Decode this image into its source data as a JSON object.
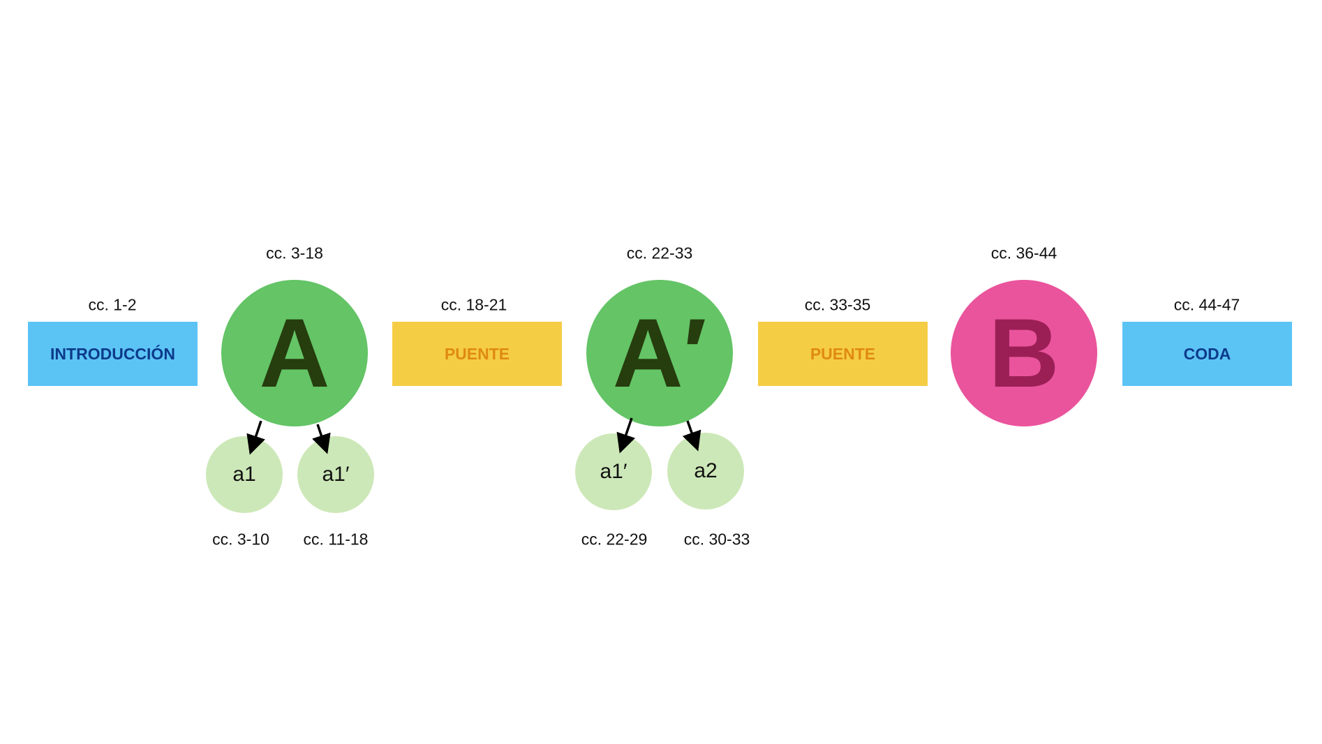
{
  "sections": {
    "intro": {
      "label": "INTRODUCCIÓN",
      "measures": "cc. 1-2"
    },
    "a": {
      "label": "A",
      "measures": "cc. 3-18"
    },
    "puente1": {
      "label": "PUENTE",
      "measures": "cc. 18-21"
    },
    "a_prime": {
      "label": "A′",
      "measures": "cc. 22-33"
    },
    "puente2": {
      "label": "PUENTE",
      "measures": "cc. 33-35"
    },
    "b": {
      "label": "B",
      "measures": "cc. 36-44"
    },
    "coda": {
      "label": "CODA",
      "measures": "cc. 44-47"
    }
  },
  "subsections": {
    "a1": {
      "label": "a1",
      "measures": "cc. 3-10"
    },
    "a1p": {
      "label": "a1′",
      "measures": "cc. 11-18"
    },
    "a1p_2": {
      "label": "a1′",
      "measures": "cc. 22-29"
    },
    "a2": {
      "label": "a2",
      "measures": "cc. 30-33"
    }
  },
  "colors": {
    "blue": "#5BC4F5",
    "yellow": "#F5CD45",
    "green": "#64C466",
    "pink": "#EA549C",
    "light_green": "#CDE8B8"
  }
}
